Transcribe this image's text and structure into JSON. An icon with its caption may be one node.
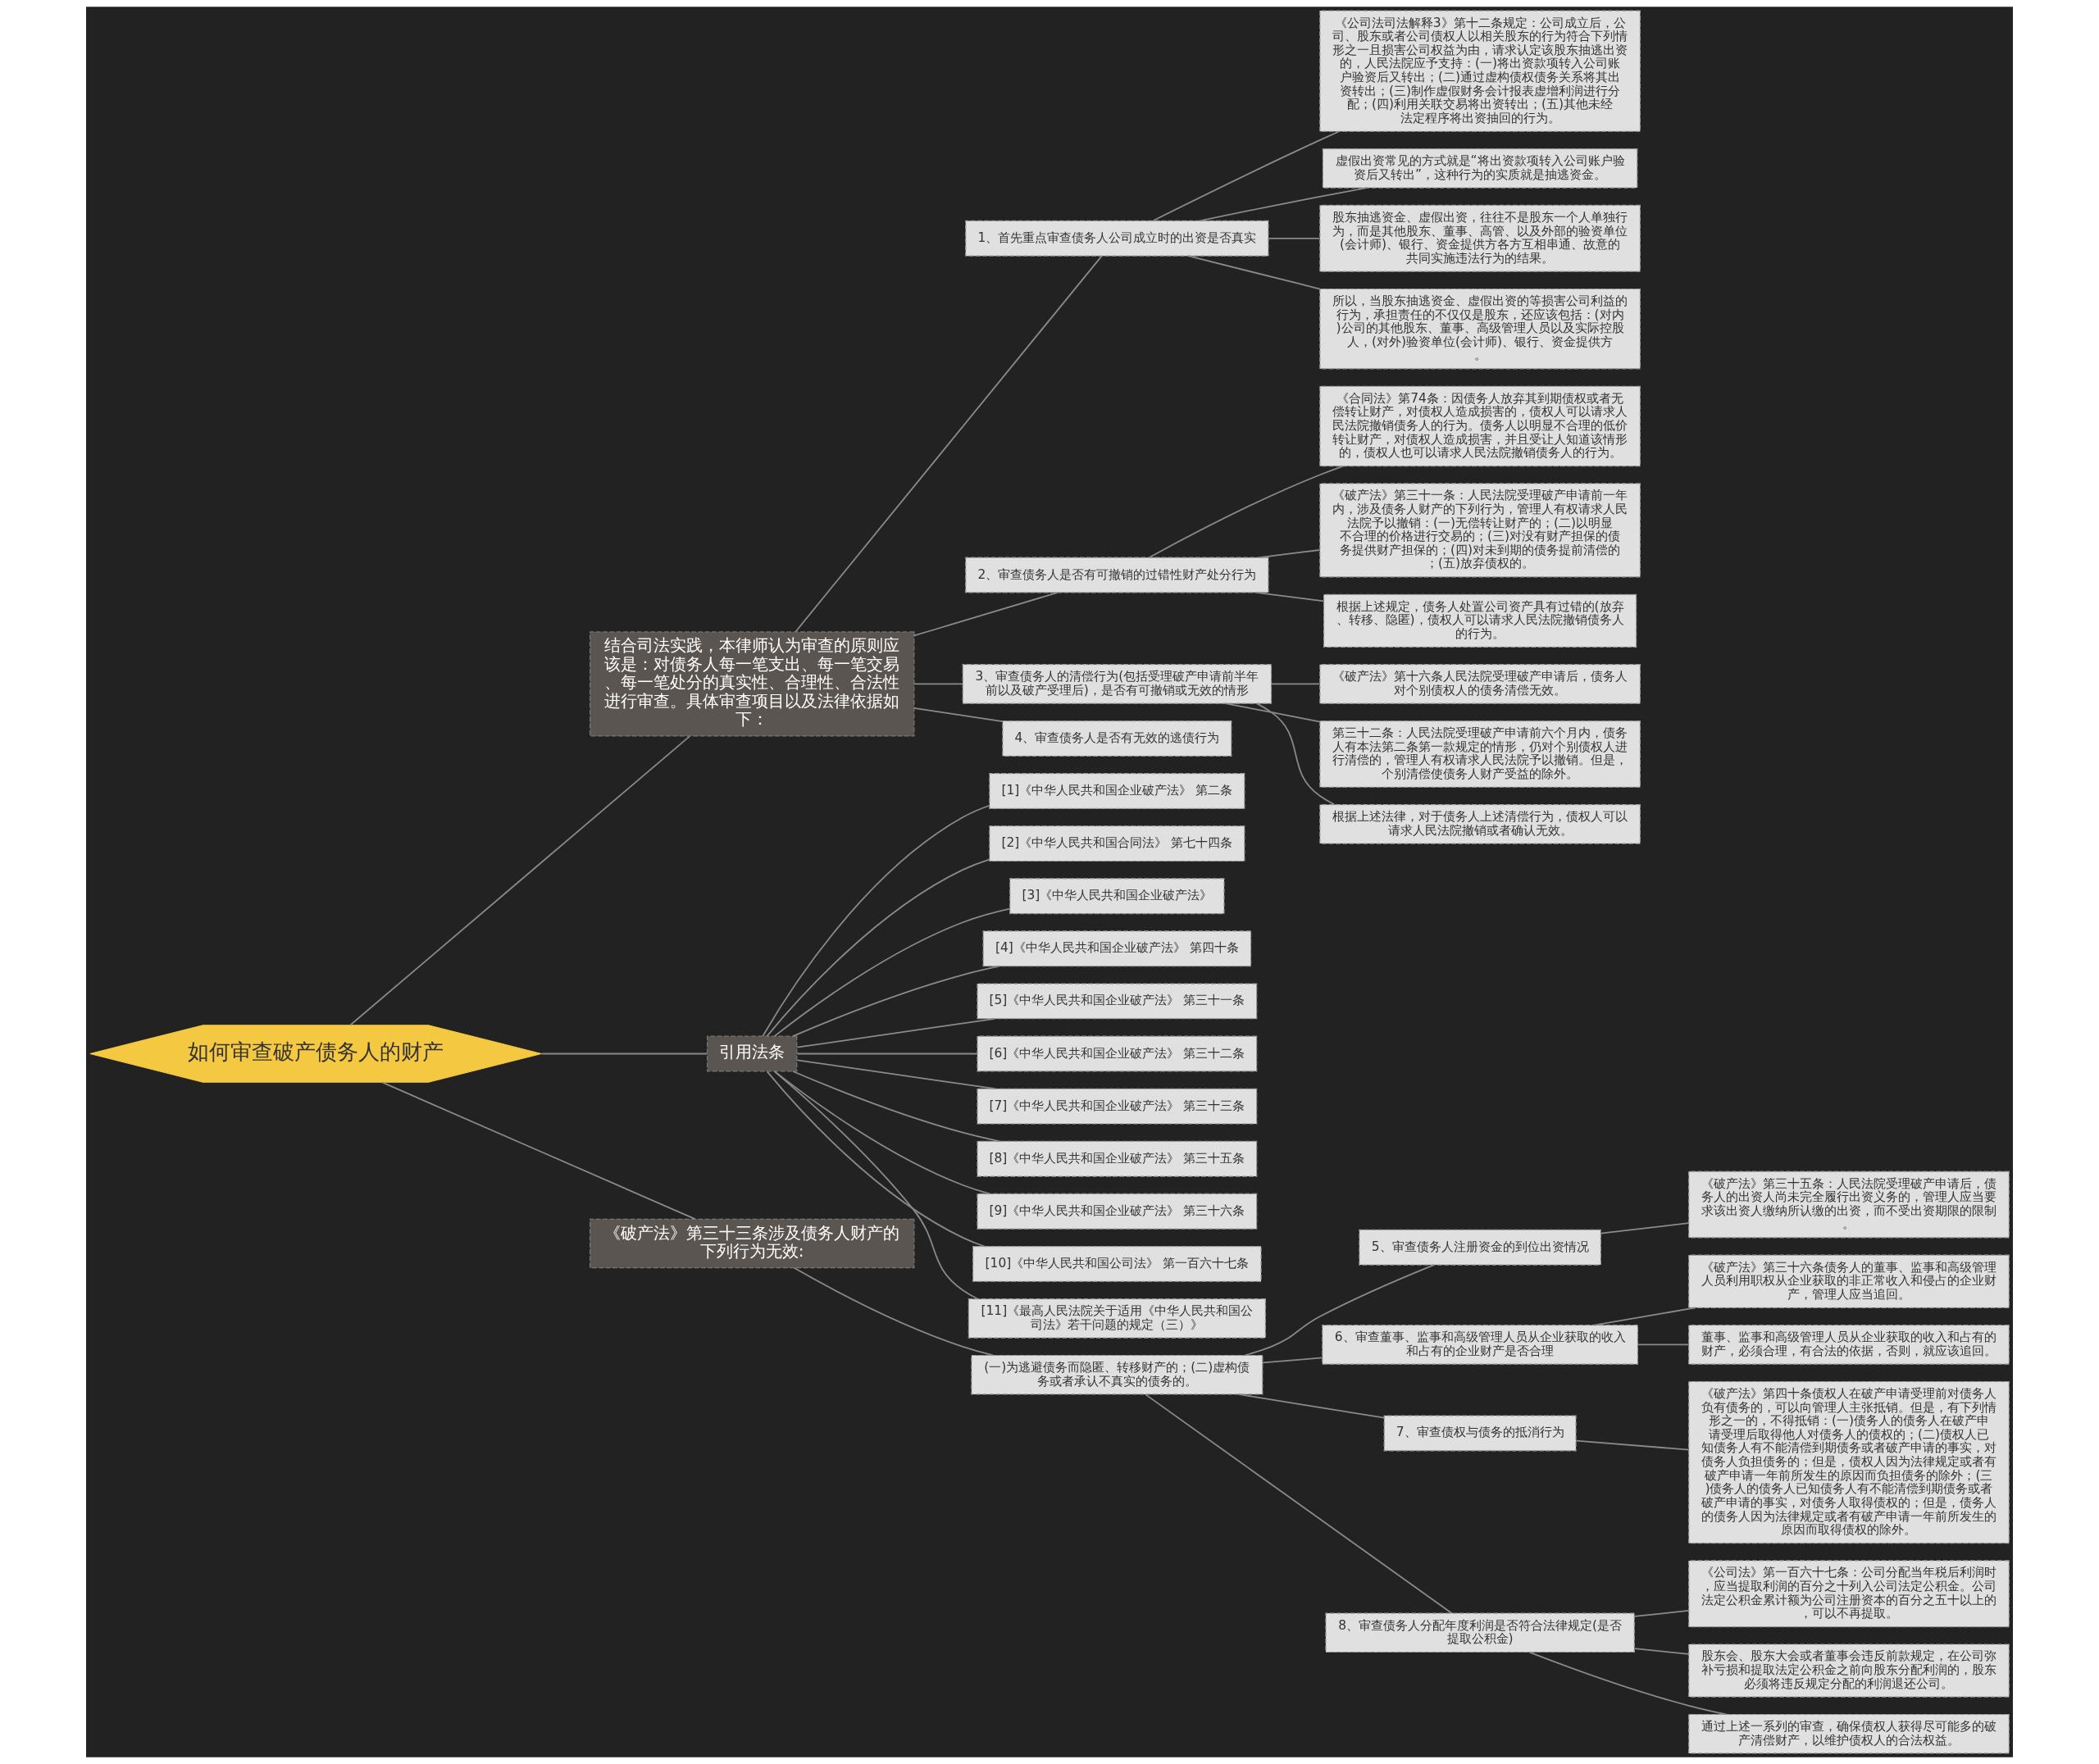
{
  "diagram": {
    "nodes": [
      {
        "text": [
          "如何审查破产债务人的财产"
        ]
      },
      {
        "text": [
          "结合司法实践，本律师认为审查的原则应该是：对债务人每一笔支出、每一笔交易、每一笔处分的真实性、合理性、合法性进行审查。具体审查项目以及法律依据如下："
        ]
      },
      {
        "text": [
          "1、首先重点审查债务人公司成立时的出资是否真实"
        ]
      },
      {
        "text": [
          "《公司法司法解释3》第十二条规定：公司成立后，公司、股东或者公司债权人以相关股东的行为符合下列情形之一且损害公司权益为由，请求认定该股东抽逃出资的，人民法院应予支持：(一)将出资款项转入公司账户验资后又转出；(二)通过虚构债权债务关系将其出资转出；(三)制作虚假财务会计报表虚增利润进行分配；(四)利用关联交易将出资转出；(五)其他未经法定程序将出资抽回的行为。"
        ]
      },
      {
        "text": [
          "虚假出资常见的方式就是“将出资款项转入公司账户验资后又转出”，这种行为的实质就是抽逃资金。"
        ]
      },
      {
        "text": [
          "股东抽逃资金、虚假出资，往往不是股东一个人单独行为，而是其他股东、董事、高管、以及外部的验资单位(会计师)、银行、资金提供方各方互相串通、故意的共同实施违法行为的结果。"
        ]
      },
      {
        "text": [
          "所以，当股东抽逃资金、虚假出资的等损害公司利益的行为，承担责任的不仅仅是股东，还应该包括：(对内)公司的其他股东、董事、高级管理人员以及实际控股人，(对外)验资单位(会计师)、银行、资金提供方。"
        ]
      },
      {
        "text": [
          "2、审查债务人是否有可撤销的过错性财产处分行为"
        ]
      },
      {
        "text": [
          "《合同法》第74条：因债务人放弃其到期债权或者无偿转让财产，对债权人造成损害的，债权人可以请求人民法院撤销债务人的行为。债务人以明显不合理的低价转让财产，对债权人造成损害，并且受让人知道该情形的，债权人也可以请求人民法院撤销债务人的行为。"
        ]
      },
      {
        "text": [
          "《破产法》第三十一条：人民法院受理破产申请前一年内，涉及债务人财产的下列行为，管理人有权请求人民法院予以撤销：(一)无偿转让财产的；(二)以明显不合理的价格进行交易的；(三)对没有财产担保的债务提供财产担保的；(四)对未到期的债务提前清偿的；(五)放弃债权的。"
        ]
      },
      {
        "text": [
          "根据上述规定，债务人处置公司资产具有过错的(放弃、转移、隐匿)，债权人可以请求人民法院撤销债务人的行为。"
        ]
      },
      {
        "text": [
          "3、审查债务人的清偿行为(包括受理破产申请前半年前以及破产受理后)，是否有可撤销或无效的情形"
        ]
      },
      {
        "text": [
          "《破产法》第十六条人民法院受理破产申请后，债务人对个别债权人的债务清偿无效。"
        ]
      },
      {
        "text": [
          "第三十二条：人民法院受理破产申请前六个月内，债务人有本法第二条第一款规定的情形，仍对个别债权人进行清偿的，管理人有权请求人民法院予以撤销。但是，个别清偿使债务人财产受益的除外。"
        ]
      },
      {
        "text": [
          "根据上述法律，对于债务人上述清偿行为，债权人可以请求人民法院撤销或者确认无效。"
        ]
      },
      {
        "text": [
          "4、审查债务人是否有无效的逃债行为"
        ]
      },
      {
        "text": [
          "引用法条"
        ]
      },
      {
        "text": [
          "[1]《中华人民共和国企业破产法》 第二条"
        ]
      },
      {
        "text": [
          "[2]《中华人民共和国合同法》 第七十四条"
        ]
      },
      {
        "text": [
          "[3]《中华人民共和国企业破产法》"
        ]
      },
      {
        "text": [
          "[4]《中华人民共和国企业破产法》 第四十条"
        ]
      },
      {
        "text": [
          "[5]《中华人民共和国企业破产法》 第三十一条"
        ]
      },
      {
        "text": [
          "[6]《中华人民共和国企业破产法》 第三十二条"
        ]
      },
      {
        "text": [
          "[7]《中华人民共和国企业破产法》 第三十三条"
        ]
      },
      {
        "text": [
          "[8]《中华人民共和国企业破产法》 第三十五条"
        ]
      },
      {
        "text": [
          "[9]《中华人民共和国企业破产法》 第三十六条"
        ]
      },
      {
        "text": [
          "[10]《中华人民共和国公司法》 第一百六十七条"
        ]
      },
      {
        "text": [
          "[11]《最高人民法院关于适用《中华人民共和国公司法》若干问题的规定（三）》"
        ]
      },
      {
        "text": [
          "《破产法》第三十三条涉及债务人财产的下列行为无效:"
        ]
      },
      {
        "text": [
          "(一)为逃避债务而隐匿、转移财产的；(二)虚构债务或者承认不真实的债务的。"
        ]
      },
      {
        "text": [
          "5、审查债务人注册资金的到位出资情况"
        ]
      },
      {
        "text": [
          "《破产法》第三十五条：人民法院受理破产申请后，债务人的出资人尚未完全履行出资义务的，管理人应当要求该出资人缴纳所认缴的出资，而不受出资期限的限制。"
        ]
      },
      {
        "text": [
          "6、审查董事、监事和高级管理人员从企业获取的收入和占有的企业财产是否合理"
        ]
      },
      {
        "text": [
          "《破产法》第三十六条债务人的董事、监事和高级管理人员利用职权从企业获取的非正常收入和侵占的企业财产，管理人应当追回。"
        ]
      },
      {
        "text": [
          "董事、监事和高级管理人员从企业获取的收入和占有的财产，必须合理，有合法的依据，否则，就应该追回。"
        ]
      },
      {
        "text": [
          "7、审查债权与债务的抵消行为"
        ]
      },
      {
        "text": [
          "《破产法》第四十条债权人在破产申请受理前对债务人负有债务的，可以向管理人主张抵销。但是，有下列情形之一的，不得抵销：(一)债务人的债务人在破产申请受理后取得他人对债务人的债权的；(二)债权人已知债务人有不能清偿到期债务或者破产申请的事实，对债务人负担债务的；但是，债权人因为法律规定或者有破产申请一年前所发生的原因而负担债务的除外；(三)债务人的债务人已知债务人有不能清偿到期债务或者破产申请的事实，对债务人取得债权的；但是，债务人的债务人因为法律规定或者有破产申请一年前所发生的原因而取得债权的除外。"
        ]
      },
      {
        "text": [
          "8、审查债务人分配年度利润是否符合法律规定(是否提取公积金)"
        ]
      },
      {
        "text": [
          "《公司法》第一百六十七条：公司分配当年税后利润时，应当提取利润的百分之十列入公司法定公积金。公司法定公积金累计额为公司注册资本的百分之五十以上的，可以不再提取。"
        ]
      },
      {
        "text": [
          "股东会、股东大会或者董事会违反前款规定，在公司弥补亏损和提取法定公积金之前向股东分配利润的，股东必须将违反规定分配的利润退还公司。"
        ]
      },
      {
        "text": [
          "通过上述一系列的审查，确保债权人获得尽可能多的破产清偿财产，以维护债权人的合法权益。"
        ]
      }
    ],
    "edges": [
      {
        "from": 0,
        "to": 1,
        "arrow": "none"
      },
      {
        "from": 1,
        "to": 2,
        "arrow": "none"
      },
      {
        "from": 2,
        "to": 3,
        "arrow": "none"
      },
      {
        "from": 2,
        "to": 4,
        "arrow": "none"
      },
      {
        "from": 2,
        "to": 5,
        "arrow": "none"
      },
      {
        "from": 2,
        "to": 6,
        "arrow": "none"
      },
      {
        "from": 1,
        "to": 7,
        "arrow": "none"
      },
      {
        "from": 7,
        "to": 8,
        "arrow": "none"
      },
      {
        "from": 7,
        "to": 9,
        "arrow": "none"
      },
      {
        "from": 7,
        "to": 10,
        "arrow": "none"
      },
      {
        "from": 1,
        "to": 11,
        "arrow": "none"
      },
      {
        "from": 11,
        "to": 12,
        "arrow": "none"
      },
      {
        "from": 11,
        "to": 13,
        "arrow": "none"
      },
      {
        "from": 11,
        "to": 14,
        "arrow": "none"
      },
      {
        "from": 1,
        "to": 15,
        "arrow": "none"
      },
      {
        "from": 0,
        "to": 16,
        "arrow": "none"
      },
      {
        "from": 16,
        "to": 17,
        "arrow": "none"
      },
      {
        "from": 16,
        "to": 18,
        "arrow": "none"
      },
      {
        "from": 16,
        "to": 19,
        "arrow": "none"
      },
      {
        "from": 16,
        "to": 20,
        "arrow": "none"
      },
      {
        "from": 16,
        "to": 21,
        "arrow": "none"
      },
      {
        "from": 16,
        "to": 22,
        "arrow": "none"
      },
      {
        "from": 16,
        "to": 23,
        "arrow": "none"
      },
      {
        "from": 16,
        "to": 24,
        "arrow": "none"
      },
      {
        "from": 16,
        "to": 25,
        "arrow": "none"
      },
      {
        "from": 16,
        "to": 26,
        "arrow": "none"
      },
      {
        "from": 16,
        "to": 27,
        "arrow": "none"
      },
      {
        "from": 0,
        "to": 28,
        "arrow": "none"
      },
      {
        "from": 28,
        "to": 29,
        "arrow": "none"
      },
      {
        "from": 29,
        "to": 30,
        "arrow": "none"
      },
      {
        "from": 30,
        "to": 31,
        "arrow": "none"
      },
      {
        "from": 29,
        "to": 32,
        "arrow": "none"
      },
      {
        "from": 32,
        "to": 33,
        "arrow": "none"
      },
      {
        "from": 32,
        "to": 34,
        "arrow": "none"
      },
      {
        "from": 29,
        "to": 35,
        "arrow": "none"
      },
      {
        "from": 35,
        "to": 36,
        "arrow": "none"
      },
      {
        "from": 29,
        "to": 37,
        "arrow": "none"
      },
      {
        "from": 37,
        "to": 38,
        "arrow": "none"
      },
      {
        "from": 37,
        "to": 39,
        "arrow": "none"
      },
      {
        "from": 37,
        "to": 40,
        "arrow": "none"
      }
    ]
  }
}
